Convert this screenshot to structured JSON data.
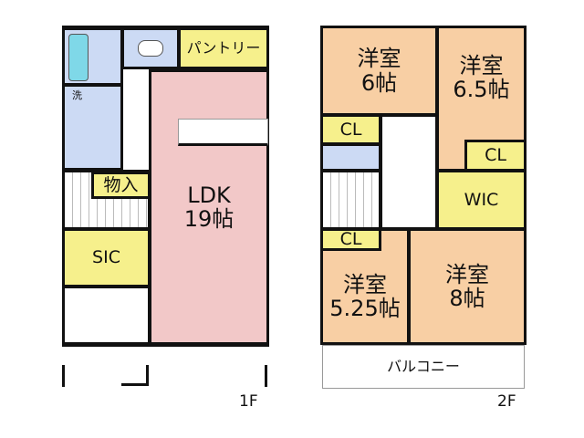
{
  "floor1": {
    "label": "1F",
    "rooms": {
      "pantry": "パントリー",
      "washroom": "洗",
      "storage": "物入",
      "sic": "SIC",
      "ldk_name": "LDK",
      "ldk_size": "19帖"
    }
  },
  "floor2": {
    "label": "2F",
    "rooms": {
      "room6_name": "洋室",
      "room6_size": "6帖",
      "room65_name": "洋室",
      "room65_size": "6.5帖",
      "cl1": "CL",
      "cl2": "CL",
      "cl3": "CL",
      "wic": "WIC",
      "room525_name": "洋室",
      "room525_size": "5.25帖",
      "room8_name": "洋室",
      "room8_size": "8帖",
      "balcony": "バルコニー"
    }
  },
  "colors": {
    "ldk": "#f2c8c8",
    "bedroom": "#f8cfa4",
    "storage": "#f6f08c",
    "wet": "#ccdaf4"
  }
}
